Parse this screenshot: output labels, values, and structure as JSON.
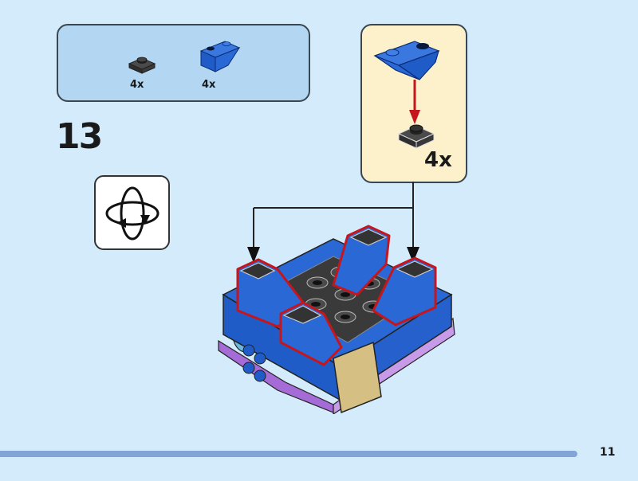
{
  "step": {
    "number": "13"
  },
  "parts_list": {
    "items": [
      {
        "name": "plate-1x1-dark-grey",
        "quantity": "4x",
        "color": "#3b3b3b"
      },
      {
        "name": "slope-inverted-blue",
        "quantity": "4x",
        "color": "#1f5cc8"
      }
    ]
  },
  "sub_assembly": {
    "quantity": "4x",
    "arrow_color": "#c4161c"
  },
  "rotate_icon": "rotate-model-icon",
  "page": {
    "number": "11"
  },
  "colors": {
    "background": "#d4ebfb",
    "parts_box": "#b3d7f2",
    "callout": "#fdf1cc",
    "footer_bar": "#82a5d6",
    "highlight": "#c4161c",
    "brick_blue": "#1f5cc8"
  }
}
